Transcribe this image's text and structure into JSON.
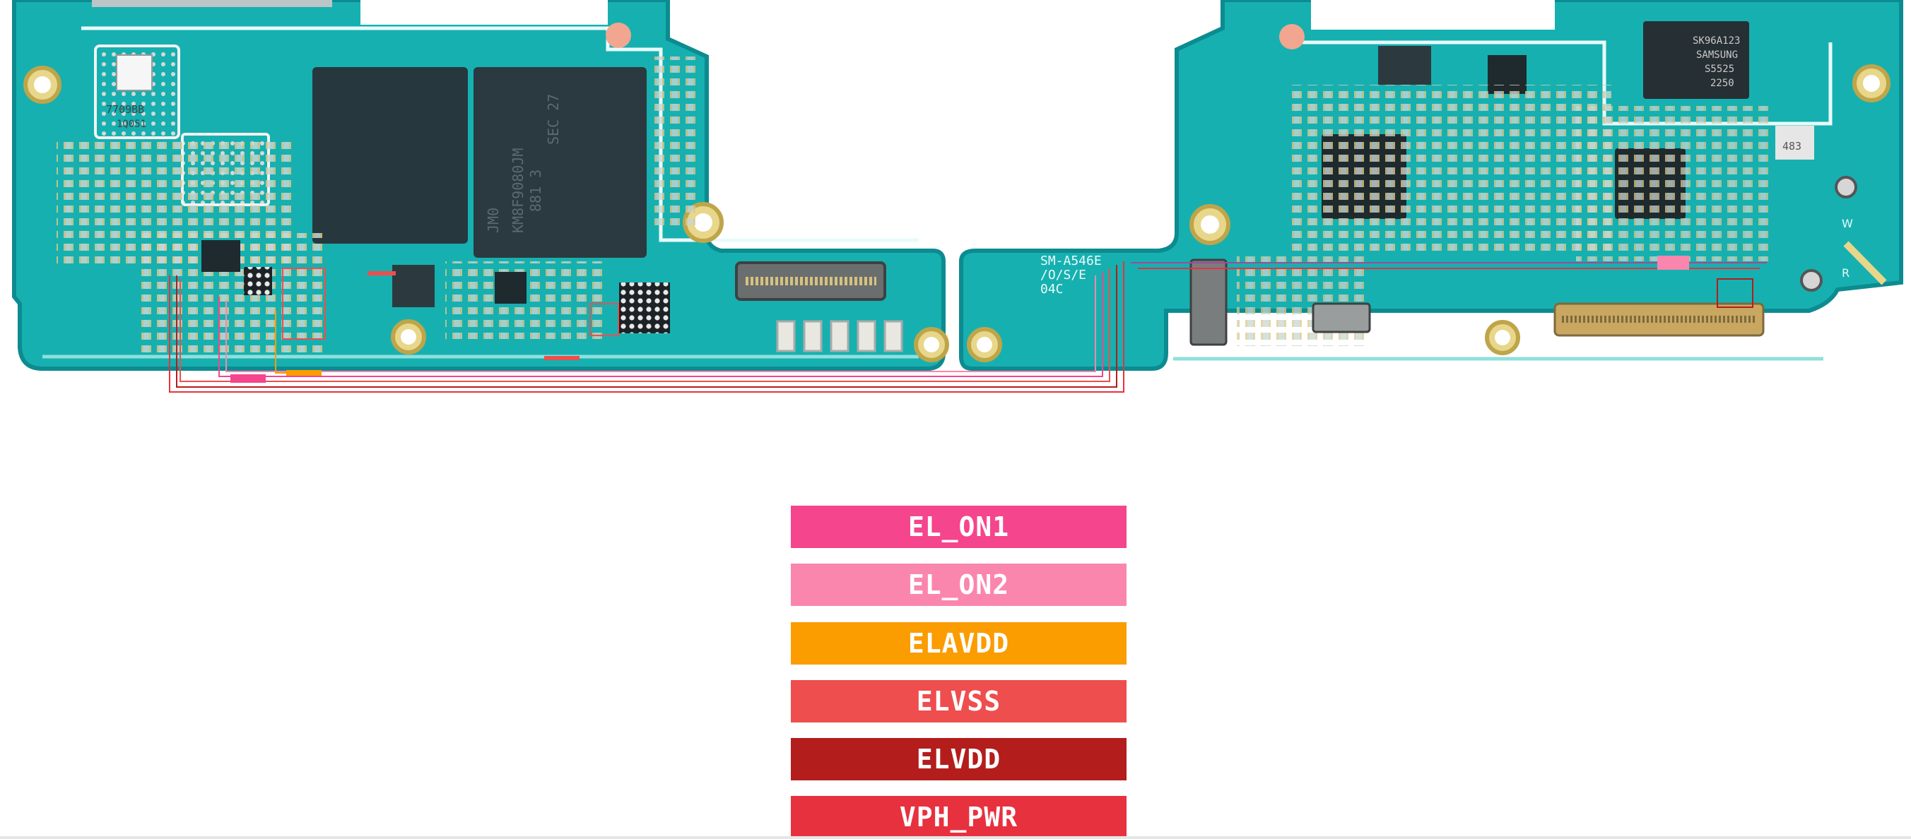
{
  "board": {
    "model_marking": [
      "SM-A546E",
      "/O/S/E",
      "04C"
    ],
    "chip_markings": {
      "memory": [
        "SEC 27",
        "881 3",
        "KM8F9080JM"
      ],
      "memory_mirror": [
        "JM0"
      ],
      "samsung_chip": [
        "SK96A123",
        "SAMSUNG",
        "S5525",
        "2250"
      ],
      "left_module": [
        "7709BB",
        "1Q051"
      ],
      "small_chip": [
        "483"
      ]
    },
    "antenna_labels": [
      "W",
      "R"
    ],
    "colors": {
      "pcb": "#17b0b0",
      "pcb_dark": "#0e8f95",
      "pcb_edge": "#8fe0dc",
      "silkscreen": "#e9fbfb",
      "chip_black": "#1d2b30",
      "pad_gold": "#d9c36a"
    }
  },
  "legend": {
    "items": [
      {
        "label": "EL_ON1",
        "color": "#f5458c"
      },
      {
        "label": "EL_ON2",
        "color": "#fb86ad"
      },
      {
        "label": "ELAVDD",
        "color": "#fb9c00"
      },
      {
        "label": "ELVSS",
        "color": "#ee4e4e"
      },
      {
        "label": "ELVDD",
        "color": "#b31d1c"
      },
      {
        "label": "VPH_PWR",
        "color": "#e8313e"
      }
    ]
  }
}
